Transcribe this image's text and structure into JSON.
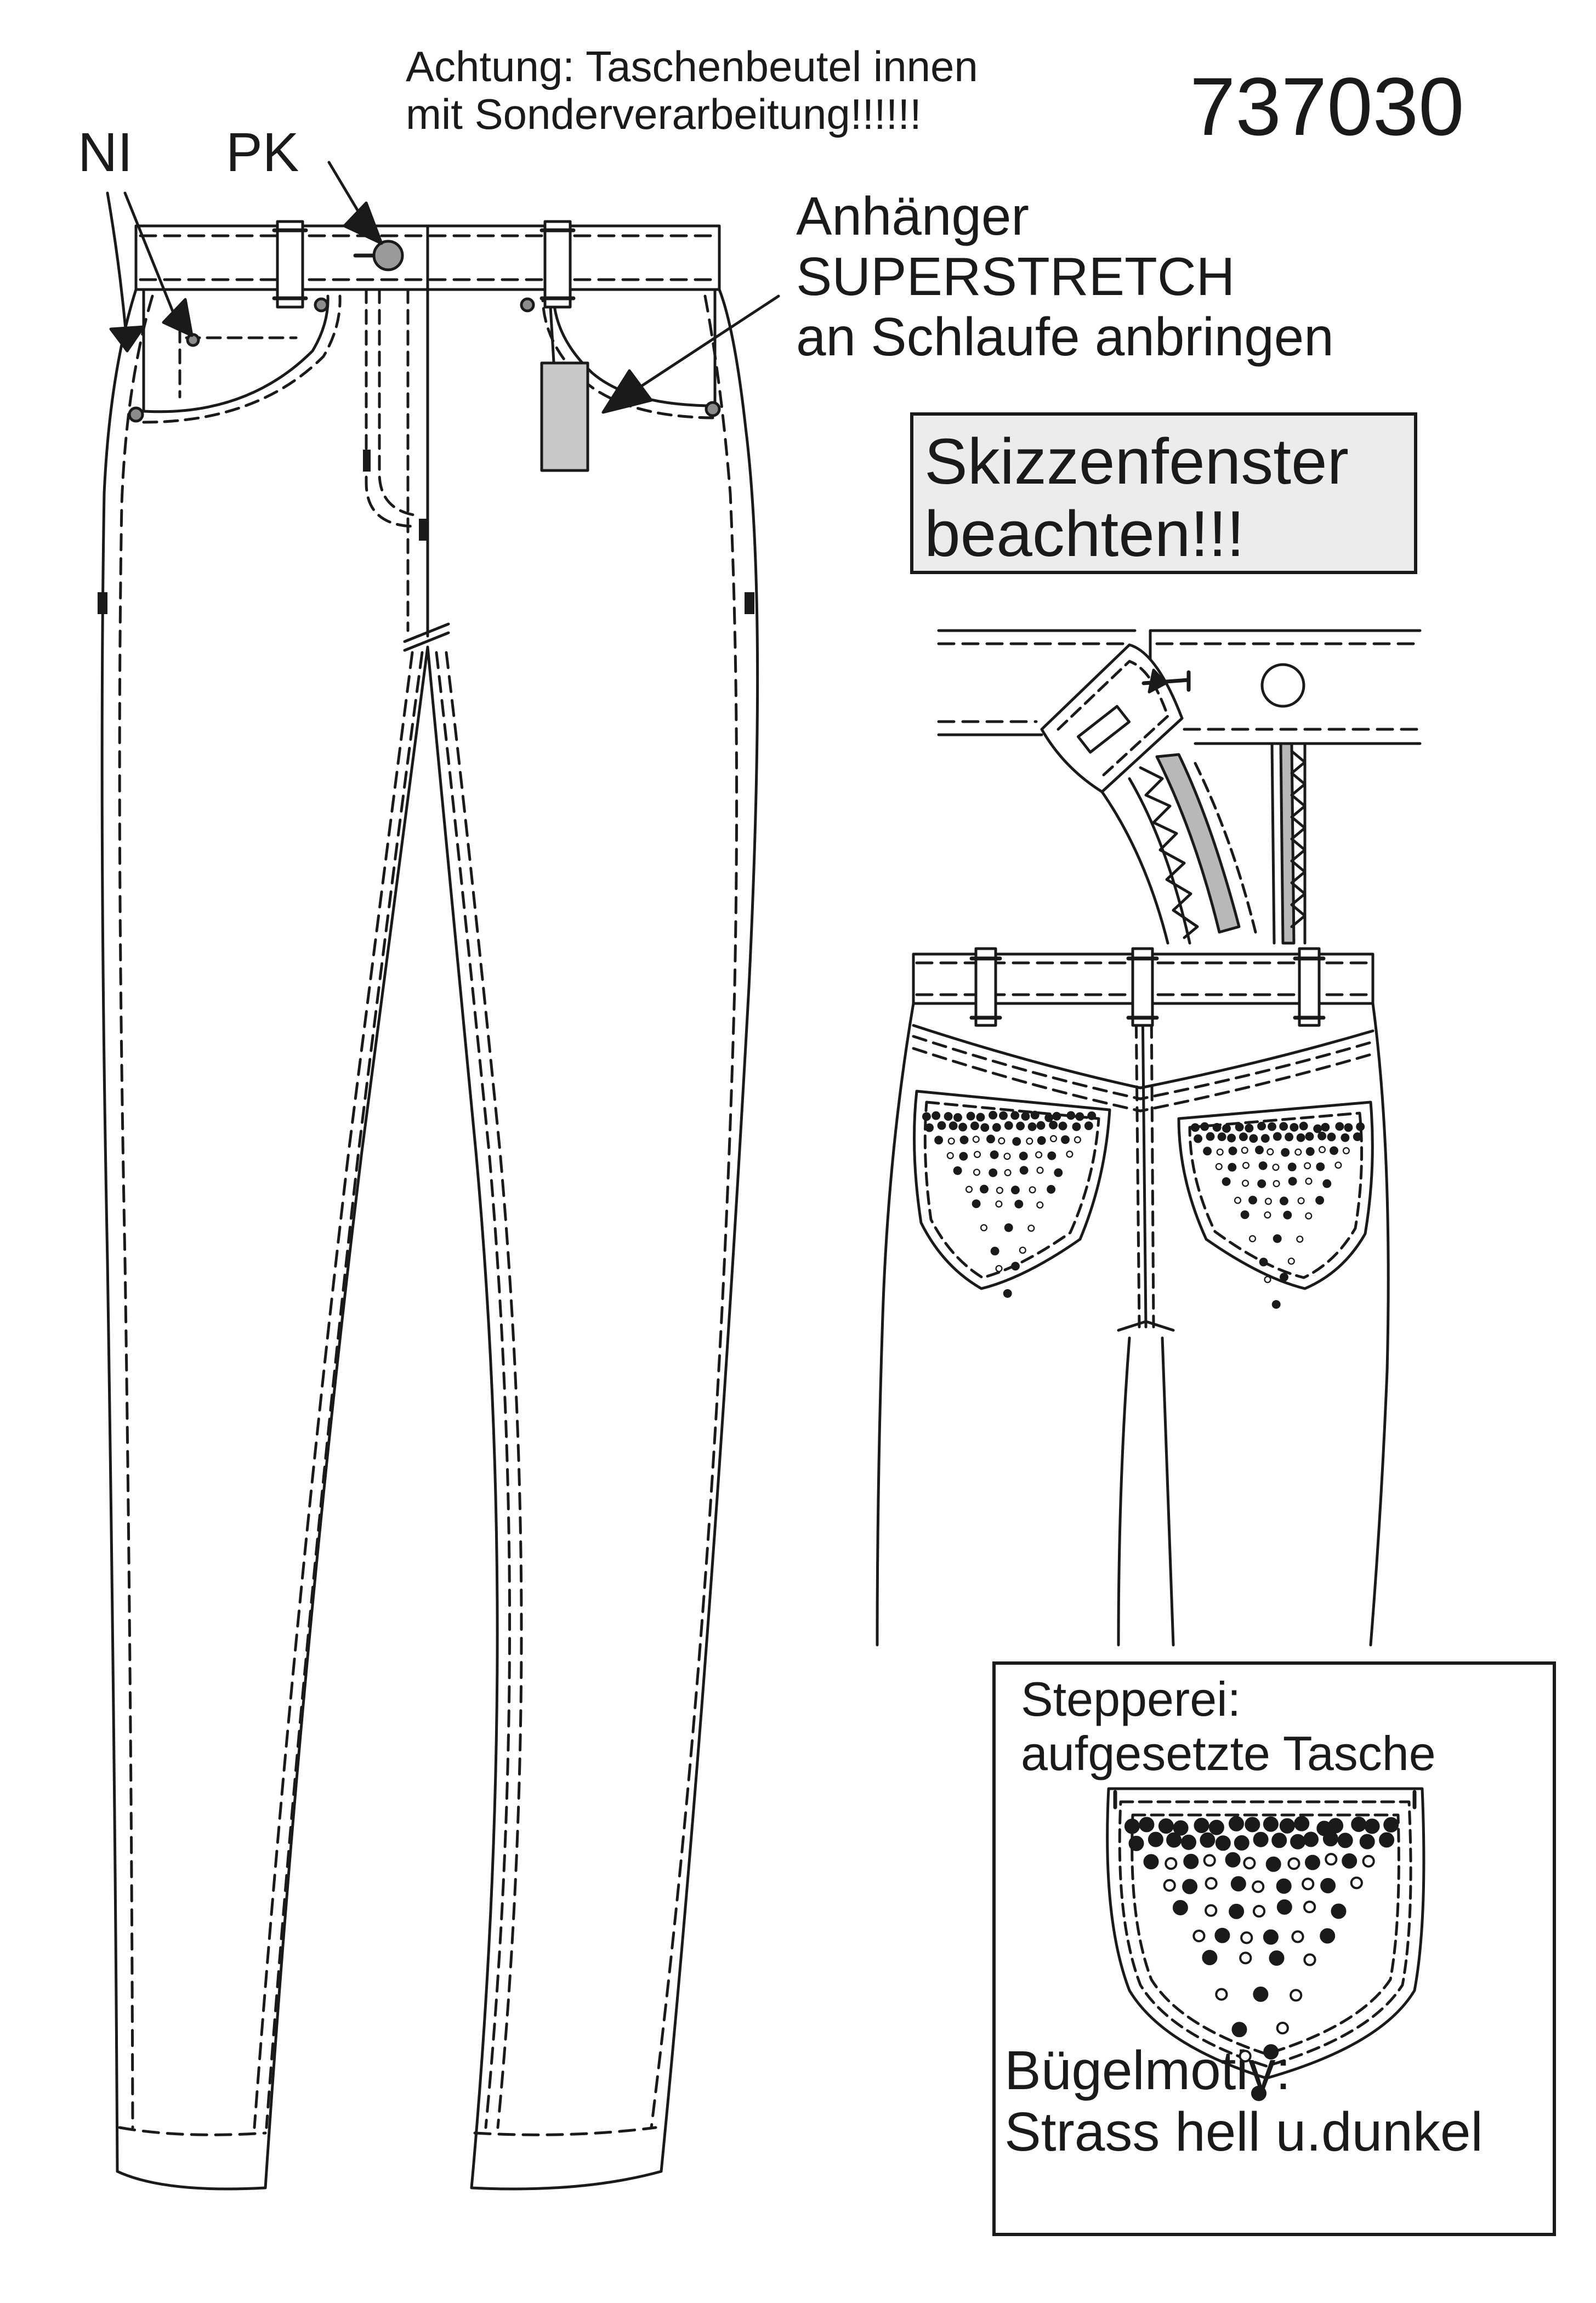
{
  "notes": {
    "top_line1": "Achtung: Taschenbeutel innen",
    "top_line2": "mit Sonderverarbeitung!!!!!!",
    "style_number": "737030",
    "label_ni": "NI",
    "label_pk": "PK",
    "hangtag_line1": "Anhänger",
    "hangtag_line2": "SUPERSTRETCH",
    "hangtag_line3": "an Schlaufe anbringen",
    "sketch_window_line1": "Skizzenfenster",
    "sketch_window_line2": "beachten!!!",
    "stitching_line1": "Stepperei:",
    "stitching_line2": "aufgesetzte Tasche",
    "motif_line1": "Bügelmotiv:",
    "motif_line2": "Strass hell u.dunkel"
  },
  "colors": {
    "line": "#1a1a1a",
    "hangtag_fill": "#c8c8c8",
    "zipper_fill": "#b8b8b8",
    "rivet_fill": "#8c8c8c",
    "stud_light": "#9a9a9a",
    "stud_dark": "#1a1a1a",
    "sketch_box_fill": "#ececec"
  },
  "icons": [
    "arrow-icon",
    "rivet-icon",
    "button-icon",
    "hangtag-icon",
    "zipper-icon",
    "rhinestone-icon"
  ]
}
